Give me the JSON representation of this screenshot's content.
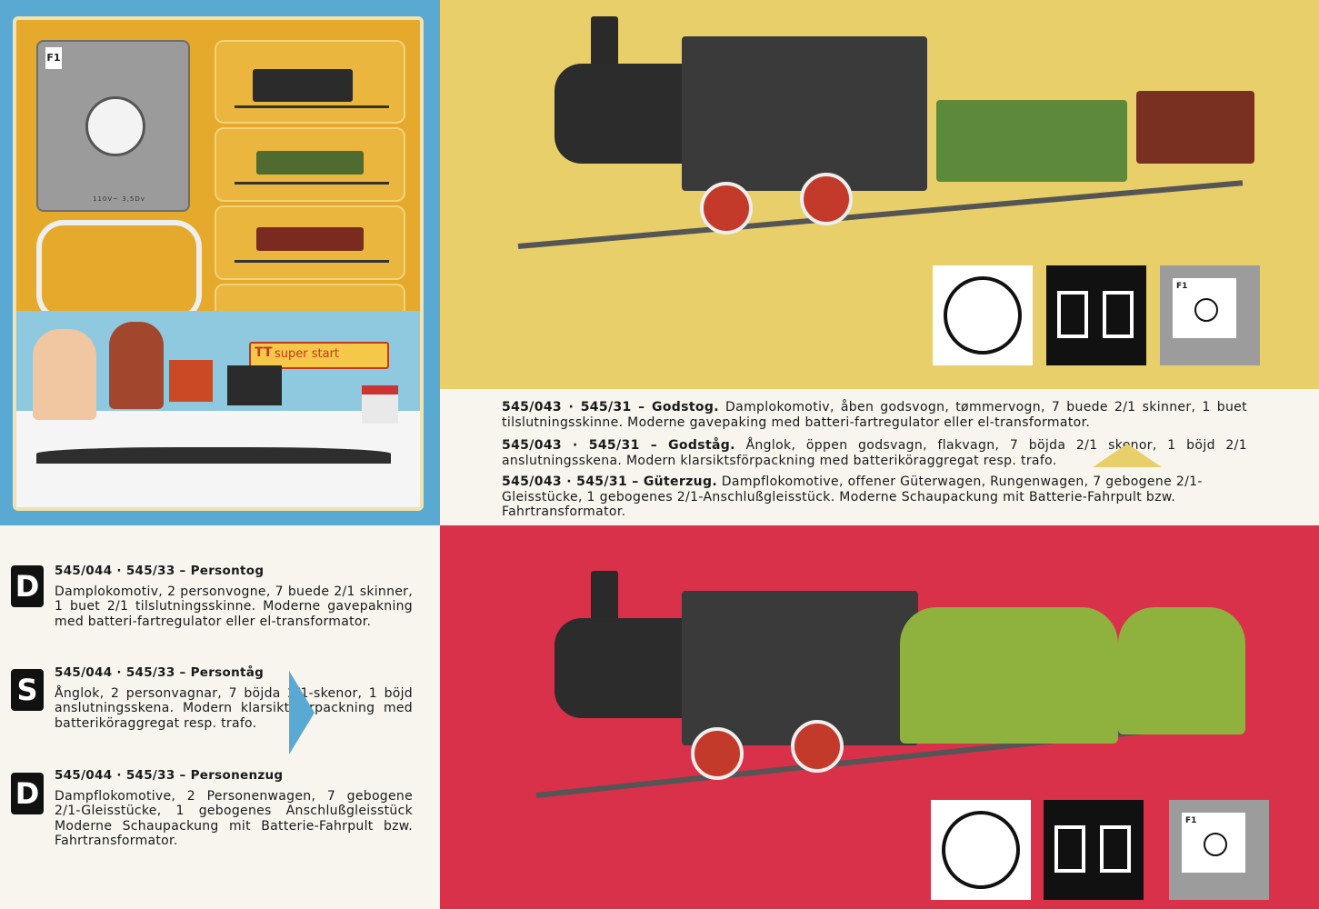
{
  "box": {
    "controller_label": "F1",
    "controller_spec": "110V~  3,5Dv",
    "logo_mark": "TT",
    "logo_text": "super start"
  },
  "icons": [
    {
      "name": "track-circle-icon"
    },
    {
      "name": "wagon-pair-icon"
    },
    {
      "name": "transformer-icon",
      "label": "F1"
    }
  ],
  "freight_set": {
    "paragraphs": [
      {
        "code": "545/043 · 545/31 – Godstog.",
        "text": " Damplokomotiv, åben godsvogn, tømmervogn, 7 buede 2/1 skinner, 1 buet tilslutningsskinne. Moderne gavepaking med batteri-fartregulator eller el-transformator."
      },
      {
        "code": "545/043 · 545/31 – Godståg.",
        "text": " Ånglok, öppen godsvagn, flakvagn, 7 böjda 2/1 skenor, 1 böjd 2/1 anslutningsskena. Modern klarsiktsförpackning med batteriköraggregat resp. trafo."
      },
      {
        "code": "545/043 · 545/31 – Güterzug.",
        "text": " Dampflokomotive, offener Güterwagen, Rungenwagen, 7 gebogene 2/1-Gleisstücke, 1 gebogenes 2/1-Anschlußgleisstück. Moderne Schaupackung mit Batterie-Fahrpult bzw. Fahrtransformator."
      }
    ]
  },
  "passenger_set": {
    "sections": [
      {
        "badge": "D",
        "heading": "545/044 · 545/33 – Persontog",
        "text": "Damplokomotiv, 2 personvogne, 7 buede 2/1 skinner, 1 buet 2/1 tilslutningsskinne. Moderne gavepakning med batteri-fartregulator eller el-transformator."
      },
      {
        "badge": "S",
        "heading": "545/044 · 545/33 – Persontåg",
        "text": "Ånglok, 2 personvagnar, 7 böjda 2/1-skenor, 1 böjd anslutningsskena. Modern klarsiktsförpackning med batteriköraggregat resp. trafo."
      },
      {
        "badge": "D",
        "heading": "545/044 · 545/33 – Personenzug",
        "text": "Dampflokomotive, 2 Personenwagen, 7 gebogene 2/1-Gleisstücke, 1 gebogenes Anschlußgleisstück Moderne Schaupackung mit Batterie-Fahrpult bzw. Fahrtransformator."
      }
    ]
  },
  "colors": {
    "blue": "#5aa9d2",
    "yellow": "#e8cf6a",
    "red": "#d9314a",
    "cream": "#f7f5ee"
  }
}
